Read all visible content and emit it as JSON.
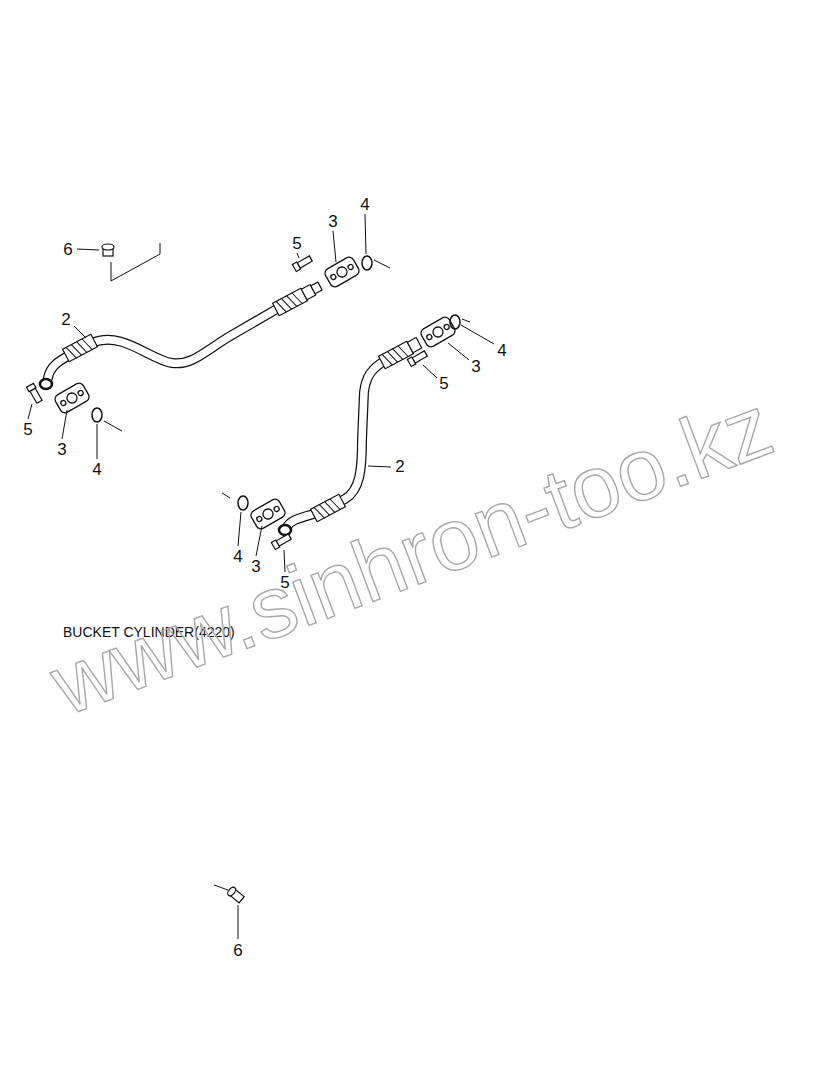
{
  "diagram": {
    "labels": [
      "6",
      "5",
      "3",
      "4",
      "2",
      "4",
      "3",
      "5",
      "5",
      "3",
      "4",
      "2",
      "4",
      "3",
      "5",
      "BUCKET CYLINDER(4220)",
      "6",
      "www.sinhron-too.kz"
    ]
  }
}
